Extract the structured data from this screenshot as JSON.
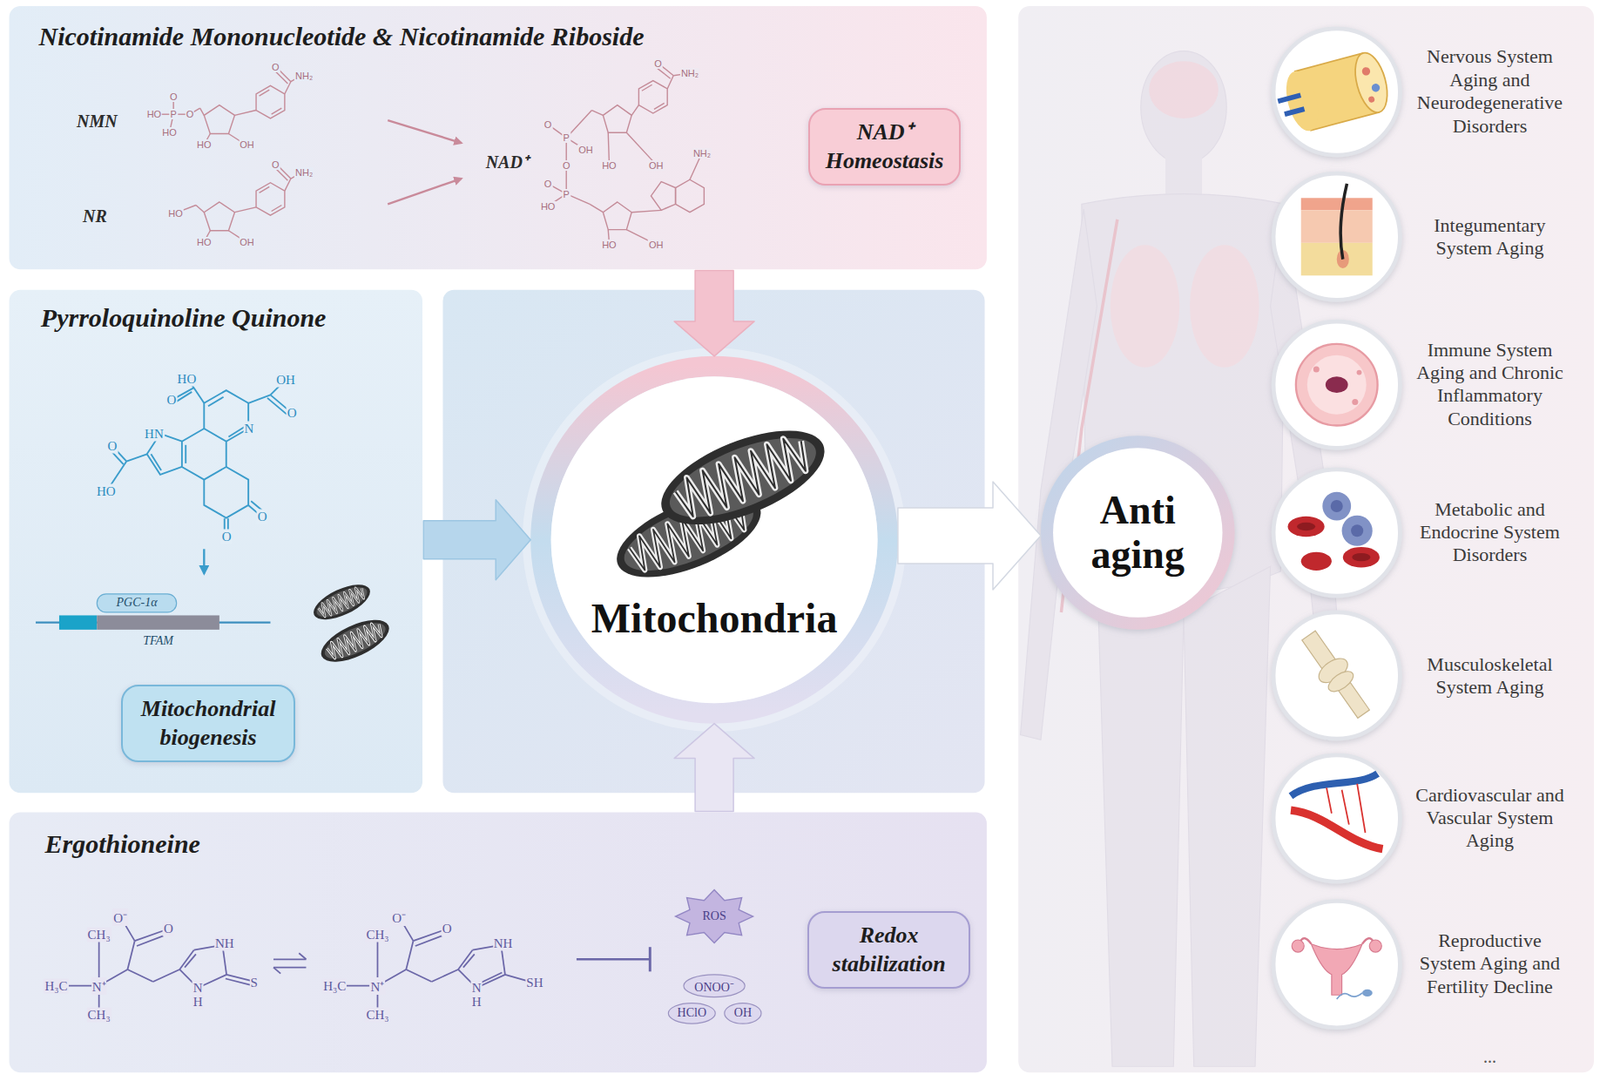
{
  "diagram": {
    "nodes": [
      {
        "text": [
          "Nicotinamide Mononucleotide & Nicotinamide Riboside"
        ]
      },
      {
        "text": [
          "NAD⁺ Homeostasis"
        ],
        "in": 0
      },
      {
        "text": [
          "Pyrroloquinoline Quinone"
        ]
      },
      {
        "text": [
          "Mitochondrial biogenesis"
        ],
        "in": 2
      },
      {
        "text": [
          "Mitochondria"
        ]
      },
      {
        "text": [
          "Ergothioneine"
        ]
      },
      {
        "text": [
          "Redox stabilization"
        ],
        "in": 5
      },
      {
        "text": [
          "Anti aging"
        ]
      },
      {
        "text": [
          "Nervous System Aging and Neurodegenerative Disorders"
        ]
      },
      {
        "text": [
          "Integumentary System Aging"
        ]
      },
      {
        "text": [
          "Immune System Aging and Chronic Inflammatory Conditions"
        ]
      },
      {
        "text": [
          "Metabolic and Endocrine System Disorders"
        ]
      },
      {
        "text": [
          "Musculoskeletal System Aging"
        ]
      },
      {
        "text": [
          "Cardiovascular and Vascular System Aging"
        ]
      },
      {
        "text": [
          "Reproductive System Aging and Fertility Decline"
        ]
      }
    ],
    "edges": [
      {
        "from": 0,
        "to": 4,
        "arrow": "to"
      },
      {
        "from": 2,
        "to": 4,
        "arrow": "to"
      },
      {
        "from": 5,
        "to": 4,
        "arrow": "to"
      },
      {
        "from": 4,
        "to": 7,
        "arrow": "to"
      }
    ],
    "labels": [
      "NMN",
      "NR",
      "NAD⁺",
      "P",
      "O",
      "HO",
      "HO",
      "O",
      "HO",
      "OH",
      "O",
      "NH₂",
      "HO",
      "HO",
      "OH",
      "O",
      "NH₂",
      "O",
      "NH₂",
      "O",
      "P",
      "OH",
      "O",
      "P",
      "O",
      "HO",
      "HO",
      "OH",
      "HO",
      "OH",
      "NH₂",
      "HO",
      "O",
      "OH",
      "O",
      "HN",
      "N",
      "O",
      "HO",
      "O",
      "O",
      "PGC-1α",
      "TFAM",
      "O⁻",
      "O",
      "CH₃",
      "NH",
      "H₃C",
      "N⁺",
      "S",
      "N",
      "H",
      "CH₃",
      "O⁻",
      "O",
      "CH₃",
      "NH",
      "H₃C",
      "N⁺",
      "SH",
      "N",
      "H",
      "CH₃",
      "ROS",
      "ONOO⁻",
      "HClO",
      "OH",
      "..."
    ]
  }
}
